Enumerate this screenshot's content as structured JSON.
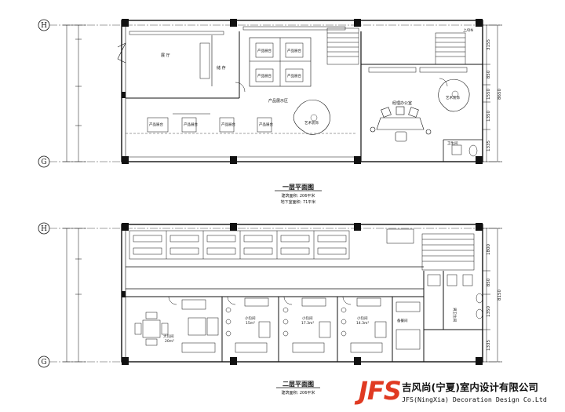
{
  "grid_axes": {
    "h": "H",
    "g": "G"
  },
  "floor1": {
    "title": "一层平面图",
    "area": "建筑面积: 206平米",
    "basement": "地下室面积: 71平米",
    "rooms": {
      "hall": "展 厅",
      "storage": "储 存",
      "product_area": "产品展示区",
      "manager_office": "经理办公室",
      "art_display_1": "艺术装饰",
      "art_display_2": "艺术装饰",
      "wc": "卫生间"
    },
    "fixture_label": "产品展台",
    "stair_note": "上/DN"
  },
  "floor2": {
    "title": "二层平面图",
    "area": "建筑面积: 206平米",
    "rooms": {
      "meeting": "大包间",
      "meeting_area": "20m²",
      "box1": "小包间",
      "box1_area": "15m²",
      "box2": "小包间",
      "box2_area": "17.3m²",
      "box3": "小包间",
      "box3_area": "14.3m²",
      "pantry": "备餐间",
      "toilet": "男卫生间"
    }
  },
  "dims_f1": [
    "3155",
    "850",
    "1550",
    "1350",
    "1335"
  ],
  "dims_f1_total": "8650",
  "dims_f2": [
    "1800",
    "850",
    "1350",
    "1335"
  ],
  "dims_f2_total": "8150",
  "brand": {
    "mark": "JFS",
    "name_cn": "吉风尚(宁夏)室内设计有限公司",
    "name_en": "JFS(NingXia) Decoration Design Co.Ltd",
    "mark_color": "#e03a22"
  }
}
